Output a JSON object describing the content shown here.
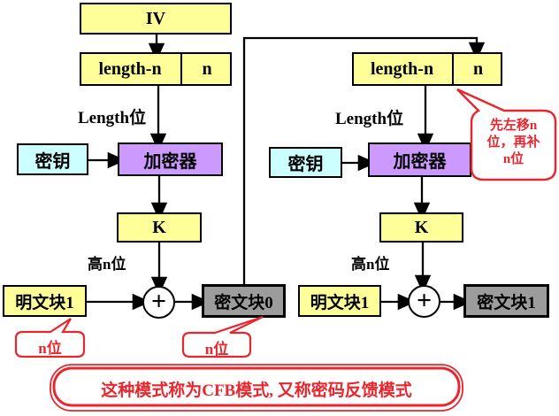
{
  "colors": {
    "register_fill": "#ffff99",
    "key_fill": "#ccffff",
    "encryptor_fill": "#cc99ff",
    "ciphertext_fill": "#9c9c9c",
    "accent_red": "#e8262d",
    "line_black": "#000000"
  },
  "diagram": {
    "bottom_note": "这种模式称为CFB模式, 又称密码反馈模式",
    "left": {
      "iv_label": "IV",
      "shift_register": {
        "high": "length-n",
        "low": "n"
      },
      "length_label": "Length位",
      "key_label": "密钥",
      "encryptor_label": "加密器",
      "k_label": "K",
      "high_n_label": "高n位",
      "plaintext_label": "明文块1",
      "xor_symbol": "+",
      "ciphertext_label": "密文块0",
      "plaintext_callout": "n位",
      "ciphertext_callout": "n位"
    },
    "right": {
      "shift_register": {
        "high": "length-n",
        "low": "n"
      },
      "length_label": "Length位",
      "key_label": "密钥",
      "encryptor_label": "加密器",
      "k_label": "K",
      "high_n_label": "高n位",
      "plaintext_label": "明文块1",
      "xor_symbol": "+",
      "ciphertext_label": "密文块1",
      "shift_callout": {
        "lines": [
          "先左移n",
          "位，再补",
          "n位"
        ]
      }
    }
  }
}
